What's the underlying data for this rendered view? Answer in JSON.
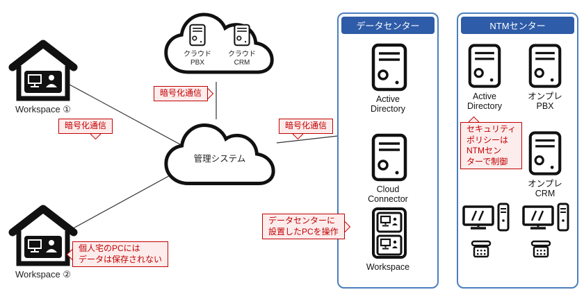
{
  "workspace1": {
    "label": "Workspace ①"
  },
  "workspace2": {
    "label": "Workspace ②"
  },
  "cloud_services": {
    "pbx": {
      "label": "クラウド\nPBX"
    },
    "crm": {
      "label": "クラウド\nCRM"
    }
  },
  "management": {
    "label": "管理システム"
  },
  "callouts": {
    "enc_left": {
      "text": "暗号化通信"
    },
    "enc_top": {
      "text": "暗号化通信"
    },
    "enc_right": {
      "text": "暗号化通信"
    },
    "home_pc": {
      "text": "個人宅のPCには\nデータは保存されない"
    },
    "dc_pc": {
      "text": "データセンターに\n設置したPCを操作"
    },
    "policy": {
      "text": "セキュリティ\nポリシーは\nNTMセン\nターで制御"
    }
  },
  "datacenter": {
    "title": "データセンター",
    "servers": [
      {
        "label": "Active\nDirectory"
      },
      {
        "label": "Cloud\nConnector"
      },
      {
        "label": "Workspace"
      }
    ]
  },
  "ntm": {
    "title": "NTMセンター",
    "servers": [
      {
        "label": "Active\nDirectory"
      },
      {
        "label": "オンプレ\nPBX"
      },
      {
        "label": "オンプレ\nCRM"
      }
    ]
  },
  "colors": {
    "accent_blue": "#2e5ca8",
    "panel_border": "#4a7ebd",
    "callout_red": "#c00000",
    "callout_bg": "#fdecec"
  }
}
